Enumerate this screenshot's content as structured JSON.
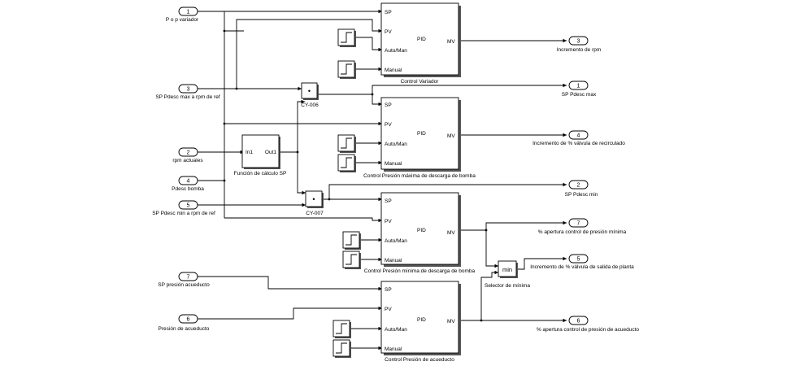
{
  "inports": [
    {
      "num": "1",
      "label": "P o p variador"
    },
    {
      "num": "3",
      "label": "SP Pdesc max a rpm de ref"
    },
    {
      "num": "2",
      "label": "rpm actuales"
    },
    {
      "num": "4",
      "label": "Pdesc bomba"
    },
    {
      "num": "5",
      "label": "SP Pdesc min a rpm de ref"
    },
    {
      "num": "7",
      "label": "SP presión acueducto"
    },
    {
      "num": "6",
      "label": "Presión de acueducto"
    }
  ],
  "outports": [
    {
      "num": "3",
      "label": "Incremento de rpm"
    },
    {
      "num": "1",
      "label": "SP Pdesc max"
    },
    {
      "num": "4",
      "label": "Incremento de % válvula de recirculado"
    },
    {
      "num": "2",
      "label": "SP Pdesc min"
    },
    {
      "num": "7",
      "label": "% apertura control de presión mínima"
    },
    {
      "num": "5",
      "label": "Incremento de % válvula de salida de planta"
    },
    {
      "num": "6",
      "label": "% apertura control de presión de acueducto"
    }
  ],
  "pid_ports": {
    "sp": "SP",
    "pv": "PV",
    "auto": "Auto/Man",
    "manual": "Manual",
    "center": "PID",
    "out": "MV"
  },
  "pid_blocks": [
    {
      "name": "Control Variador"
    },
    {
      "name": "Control Presión máxima de descarga de bomba"
    },
    {
      "name": "Control Presión mínima de descarga de bomba"
    },
    {
      "name": "Control Presión de acueducto"
    }
  ],
  "product_blocks": [
    {
      "name": "CY-006",
      "symbol": "•"
    },
    {
      "name": "CY-007",
      "symbol": "•"
    }
  ],
  "subsystem": {
    "name": "Función de cálculo SP",
    "in": "In1",
    "out": "Out1"
  },
  "min_block": {
    "name": "Selector de mínima",
    "symbol": "min"
  }
}
